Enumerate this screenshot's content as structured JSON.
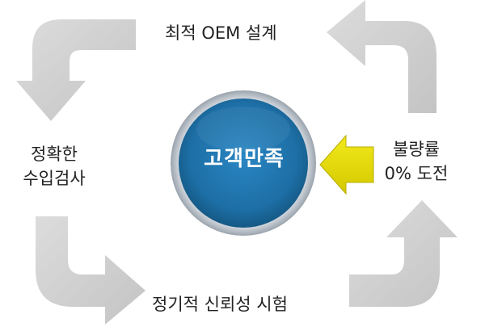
{
  "center": {
    "label": "고객만족"
  },
  "steps": {
    "top": "최적 OEM 설계",
    "right_line1": "불량률",
    "right_line2": "0% 도전",
    "bottom": "정기적 신뢰성 시험",
    "left_line1": "정확한",
    "left_line2": "수입검사"
  },
  "colors": {
    "arrow": "#d2d2d2",
    "circle": "#1d6fa6",
    "circle_ring": "#c9cfd6",
    "pointer_arrow": "#e6dc00"
  }
}
